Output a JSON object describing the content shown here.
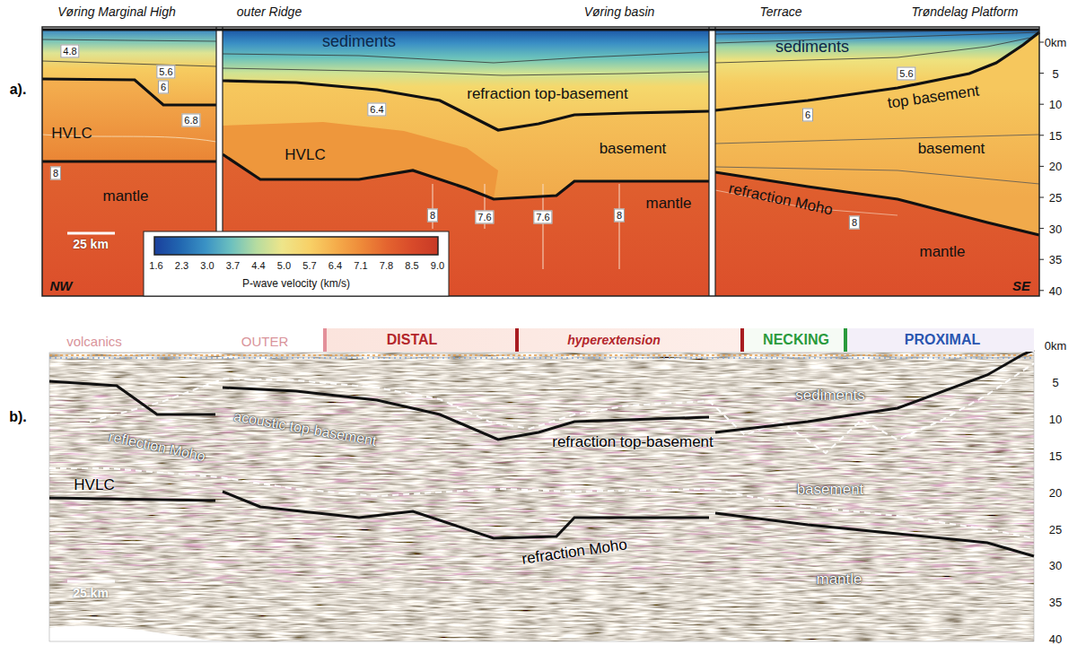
{
  "diagram": {
    "nodes": [
      {
        "text": [
          "DISTAL",
          "hyperextension"
        ]
      },
      {
        "text": [
          "NECKING"
        ]
      },
      {
        "text": [
          "PROXIMAL"
        ]
      }
    ],
    "labels": [
      "a).",
      "Vøring Marginal High",
      "outer Ridge",
      "Vøring basin",
      "Terrace",
      "Trøndelag Platform",
      "0km",
      "5",
      "10",
      "15",
      "20",
      "25",
      "30",
      "35",
      "40",
      "sediments",
      "4.8",
      "5.6",
      "6",
      "6.8",
      "HVLC",
      "8",
      "mantle",
      "6.4",
      "refraction top-basement",
      "HVLC",
      "basement",
      "8",
      "7.6",
      "7.6",
      "8",
      "mantle",
      "sediments",
      "5.6",
      "top basement",
      "6",
      "basement",
      "refraction Moho",
      "8",
      "mantle",
      "25 km",
      "NW",
      "SE",
      "1.6",
      "2.3",
      "3.0",
      "3.7",
      "4.4",
      "5.0",
      "5.7",
      "6.4",
      "7.1",
      "7.8",
      "8.5",
      "9.0",
      "P-wave velocity (km/s)",
      "b).",
      "volcanics",
      "OUTER",
      "sediments",
      "acoustic top-basement",
      "refraction top-basement",
      "reflection Moho",
      "HVLC",
      "basement",
      "refraction Moho",
      "mantle",
      "25 km",
      "0km",
      "5",
      "10",
      "15",
      "20",
      "25",
      "30",
      "35",
      "40"
    ]
  }
}
